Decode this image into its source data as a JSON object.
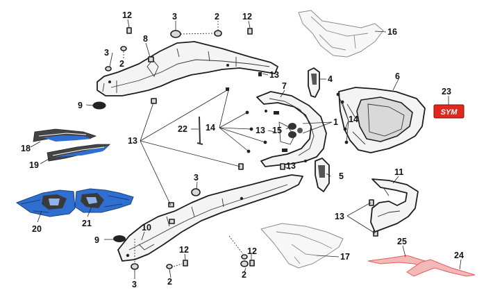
{
  "labels": {
    "l12a": "12",
    "l3a": "3",
    "l2a": "2",
    "l12b": "12",
    "l16": "16",
    "l8": "8",
    "l3b": "3",
    "l2b": "2",
    "l13a": "13",
    "l4": "4",
    "l6": "6",
    "l7": "7",
    "l23": "23",
    "l9a": "9",
    "l1": "1",
    "l14a": "14",
    "l13b": "13",
    "l15": "15",
    "l14b": "14",
    "l22": "22",
    "l18": "18",
    "l13c": "13",
    "l19": "19",
    "l13d": "13",
    "l11": "11",
    "l3c": "3",
    "l5": "5",
    "l13e": "13",
    "l20": "20",
    "l21": "21",
    "l10": "10",
    "l9b": "9",
    "l25": "25",
    "l12c": "12",
    "l12d": "12",
    "l24": "24",
    "l17": "17",
    "l2c": "2",
    "l3d": "3",
    "l2d": "2"
  },
  "logo_text": "SYM",
  "colors": {
    "line": "#1d1d1d",
    "decal_blue": "#2f6fd0",
    "decal_dark": "#2d2d2d",
    "emblem_red": "#e0281f",
    "stripe_red": "#e65a5a"
  }
}
